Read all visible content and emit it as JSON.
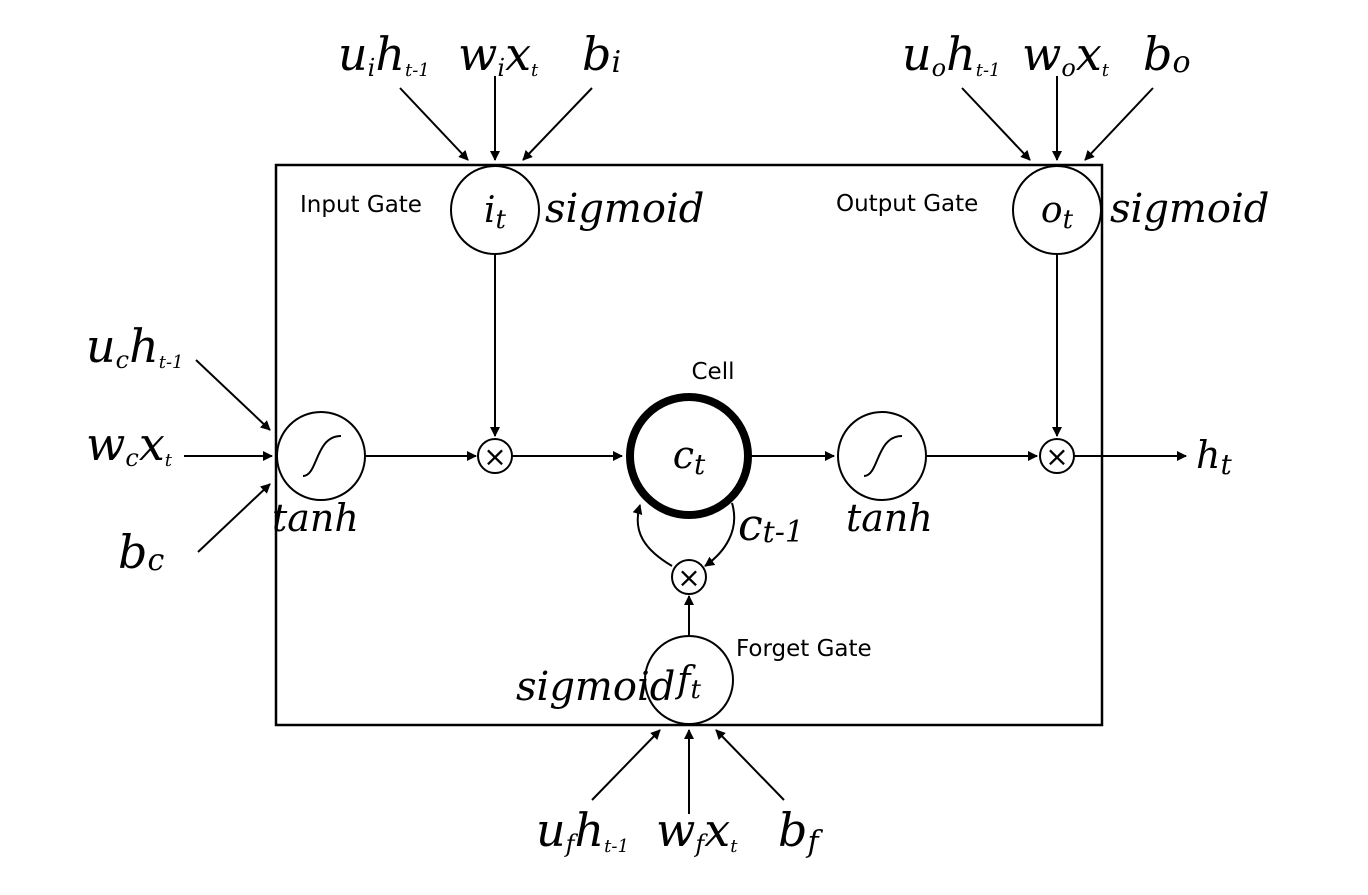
{
  "gates": {
    "input": {
      "name": "Input Gate",
      "symbol": "i",
      "sub": "t",
      "activation": "sigmoid"
    },
    "output": {
      "name": "Output Gate",
      "symbol": "o",
      "sub": "t",
      "activation": "sigmoid"
    },
    "forget": {
      "name": "Forget Gate",
      "symbol": "f",
      "sub": "t",
      "activation": "sigmoid"
    }
  },
  "cell": {
    "name": "Cell",
    "symbol": "c",
    "sub": "t",
    "prev_symbol": "c",
    "prev_sub": "t-1"
  },
  "activations": {
    "left": "tanh",
    "right": "tanh"
  },
  "output": {
    "symbol": "h",
    "sub": "t"
  },
  "inputs": {
    "input_gate": [
      {
        "main": "u",
        "sub": "i",
        "main2": "h",
        "sub2": "t-1"
      },
      {
        "main": "w",
        "sub": "i",
        "main2": "x",
        "sub2": "t"
      },
      {
        "main": "b",
        "sub": "i"
      }
    ],
    "output_gate": [
      {
        "main": "u",
        "sub": "o",
        "main2": "h",
        "sub2": "t-1"
      },
      {
        "main": "w",
        "sub": "o",
        "main2": "x",
        "sub2": "t"
      },
      {
        "main": "b",
        "sub": "o"
      }
    ],
    "cell_input": [
      {
        "main": "u",
        "sub": "c",
        "main2": "h",
        "sub2": "t-1"
      },
      {
        "main": "w",
        "sub": "c",
        "main2": "x",
        "sub2": "t"
      },
      {
        "main": "b",
        "sub": "c"
      }
    ],
    "forget_gate": [
      {
        "main": "u",
        "sub": "f",
        "main2": "h",
        "sub2": "t-1"
      },
      {
        "main": "w",
        "sub": "f",
        "main2": "x",
        "sub2": "t"
      },
      {
        "main": "b",
        "sub": "f"
      }
    ]
  },
  "multiply_symbol": "×"
}
